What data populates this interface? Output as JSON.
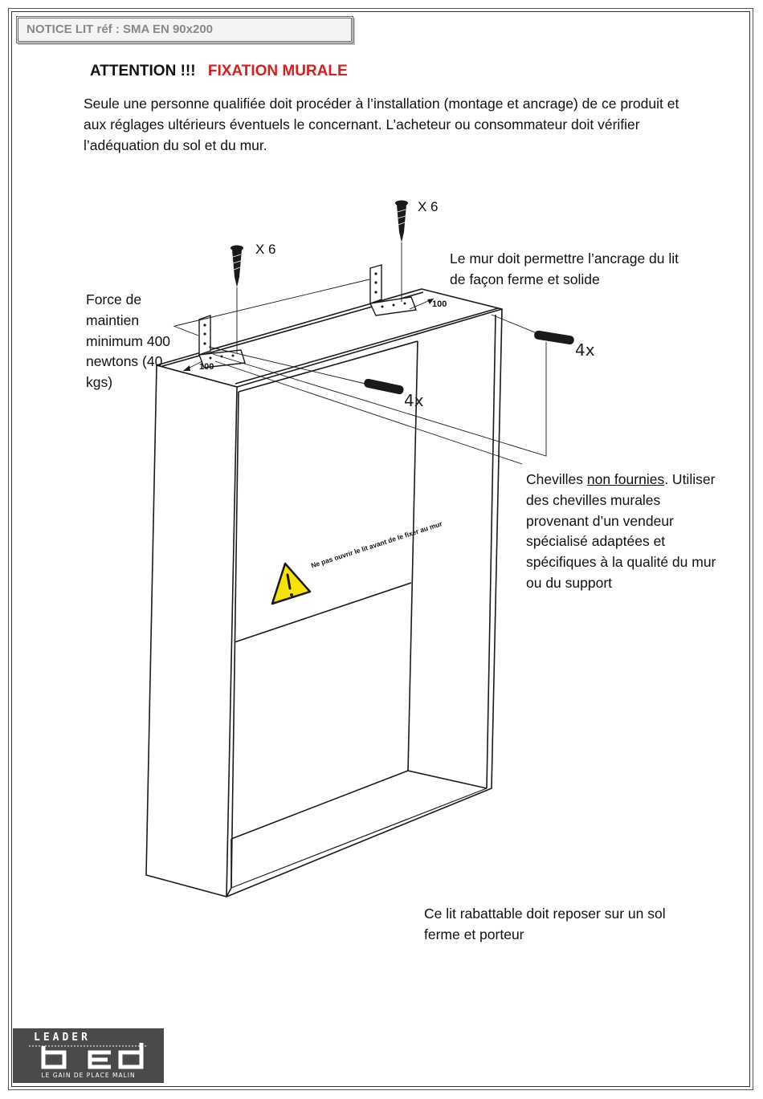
{
  "header": {
    "ref": "NOTICE LIT réf :  SMA EN 90x200"
  },
  "title": {
    "attention": "ATTENTION !!!",
    "fixation": "FIXATION MURALE"
  },
  "intro": "Seule une personne qualifiée doit procéder à l’installation (montage et ancrage) de ce produit et aux réglages ultérieurs éventuels le concernant. L’acheteur ou consommateur doit vérifier l’adéquation du sol et du mur.",
  "labels": {
    "screws_left": "X 6",
    "screws_right": "X 6",
    "dowels_right": "4x",
    "dowels_left": "4x",
    "dim_right": "100",
    "dim_left": "100"
  },
  "notes": {
    "force": "Force de maintien minimum 400 newtons (40 kgs)",
    "wall": "Le mur doit permettre l’ancrage du lit de façon ferme et solide",
    "dowels_prefix": "Chevilles ",
    "dowels_underlined": "non fournies",
    "dowels_suffix": ". Utiliser des chevilles murales provenant d’un vendeur spécialisé adaptées et spécifiques à la qualité du mur ou du support",
    "floor": "Ce lit rabattable doit reposer sur un sol ferme et porteur"
  },
  "warning_sticker": "Ne pas ouvrir le lit avant de le fixer au mur",
  "logo": {
    "brand_top": "LEADER",
    "brand_bottom": "bed",
    "tagline": "LE GAIN DE PLACE MALIN"
  },
  "colors": {
    "accent_red": "#d71f1f",
    "warning_yellow": "#f4e400",
    "logo_bg": "#4a4a4a"
  }
}
